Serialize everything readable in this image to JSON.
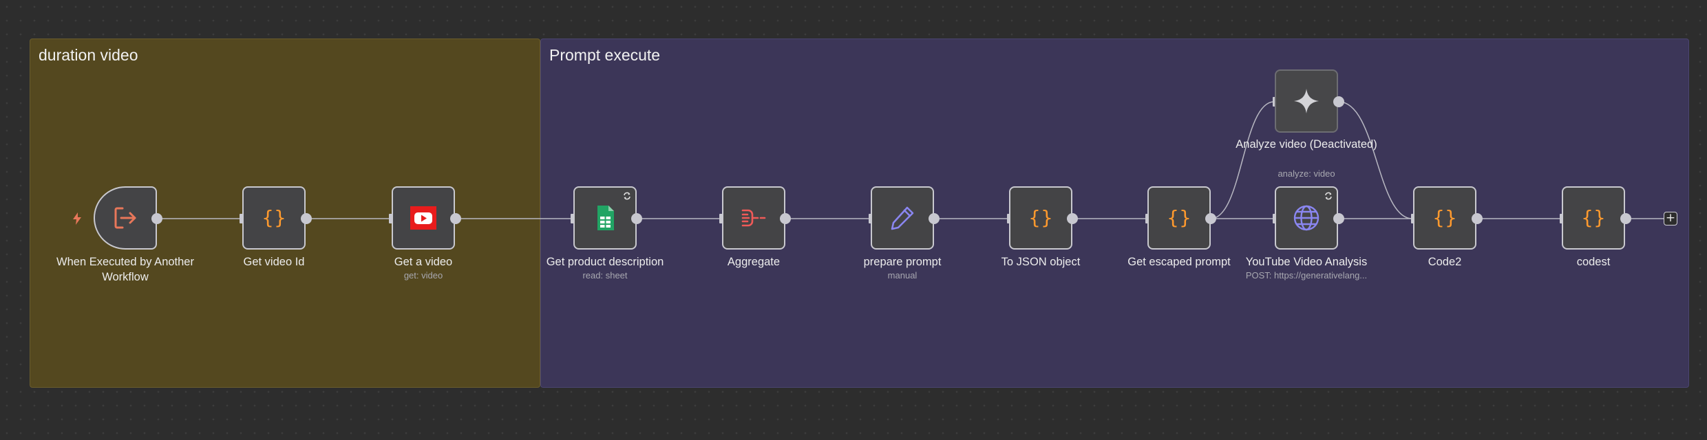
{
  "groups": {
    "duration": {
      "title": "duration video"
    },
    "prompt": {
      "title": "Prompt execute"
    }
  },
  "nodes": {
    "trigger": {
      "label": "When Executed by Another Workflow",
      "icon": "sign-in-arrow-icon",
      "color": "#e8775a"
    },
    "get_video_id": {
      "label": "Get video Id",
      "icon": "code-braces-icon",
      "color": "#ff9a2e"
    },
    "get_a_video": {
      "label": "Get a video",
      "sub": "get: video",
      "icon": "youtube-icon",
      "color": "#e81c1c"
    },
    "get_product": {
      "label": "Get product description",
      "sub": "read: sheet",
      "icon": "google-sheets-icon",
      "color": "#21a464"
    },
    "aggregate": {
      "label": "Aggregate",
      "icon": "aggregate-icon",
      "color": "#f05a58"
    },
    "prepare_prompt": {
      "label": "prepare prompt",
      "sub": "manual",
      "icon": "pencil-icon",
      "color": "#8a86f0"
    },
    "to_json": {
      "label": "To JSON object",
      "icon": "code-braces-icon",
      "color": "#ff9a2e"
    },
    "escaped_prompt": {
      "label": "Get escaped prompt",
      "icon": "code-braces-icon",
      "color": "#ff9a2e"
    },
    "analyze_video": {
      "label": "Analyze video (Deactivated)",
      "sub": "analyze: video",
      "icon": "gemini-sparkle-icon",
      "color": "#d4d4d8"
    },
    "youtube_analysis": {
      "label": "YouTube Video Analysis",
      "sub": "POST: https://generativelang...",
      "icon": "globe-icon",
      "color": "#8a86f0"
    },
    "code2": {
      "label": "Code2",
      "icon": "code-braces-icon",
      "color": "#ff9a2e"
    },
    "codest": {
      "label": "codest",
      "icon": "code-braces-icon",
      "color": "#ff9a2e"
    }
  },
  "canvas": {
    "add_node_label": "+"
  }
}
